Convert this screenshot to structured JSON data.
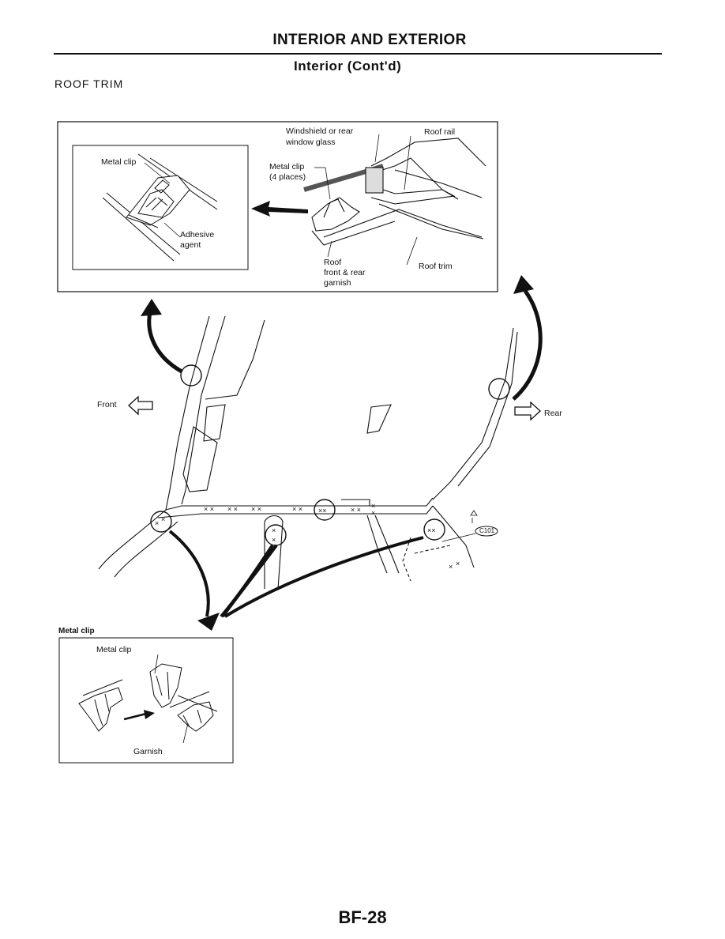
{
  "header": {
    "title": "INTERIOR AND EXTERIOR",
    "subtitle": "Interior (Cont'd)"
  },
  "section_title": "ROOF TRIM",
  "top_diagram": {
    "windshield_label_1": "Windshield or rear",
    "windshield_label_2": "window glass",
    "roof_rail": "Roof rail",
    "metal_clip": "Metal clip",
    "metal_clip_places": "(4 places)",
    "roof_garnish_1": "Roof",
    "roof_garnish_2": "front & rear",
    "roof_garnish_3": "garnish",
    "roof_trim": "Roof trim"
  },
  "inset_detail": {
    "metal_clip": "Metal clip",
    "adhesive_1": "Adhesive",
    "adhesive_2": "agent"
  },
  "main_view": {
    "front": "Front",
    "rear": "Rear",
    "connector": "C101"
  },
  "bottom_detail": {
    "heading": "Metal clip",
    "metal_clip": "Metal clip",
    "garnish": "Garnish"
  },
  "footer": {
    "page_number": "BF-28"
  }
}
